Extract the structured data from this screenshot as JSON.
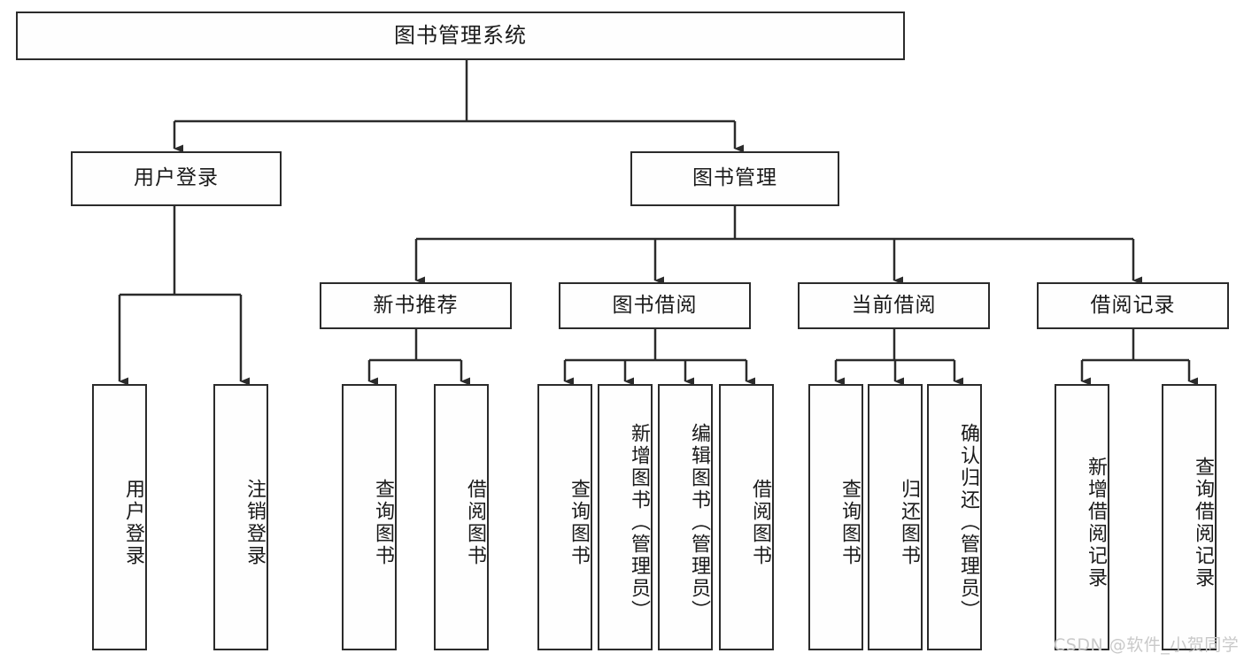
{
  "diagram": {
    "type": "tree-hierarchy-chart",
    "title": "图书管理系统",
    "watermark": "CSDN @软件_小贺同学",
    "colors": {
      "stroke": "#2b2b2b",
      "fill": "#fefefe",
      "text": "#1a1a1a",
      "watermark": "#c9c9c9",
      "background": "#ffffff"
    },
    "root": {
      "label": "图书管理系统"
    },
    "level2": [
      {
        "label": "用户登录"
      },
      {
        "label": "图书管理"
      }
    ],
    "level3": [
      {
        "label": "新书推荐"
      },
      {
        "label": "图书借阅"
      },
      {
        "label": "当前借阅"
      },
      {
        "label": "借阅记录"
      }
    ],
    "leaves": {
      "user_login": [
        {
          "label": "用户登录"
        },
        {
          "label": "注销登录"
        }
      ],
      "new_book_recommend": [
        {
          "label": "查询图书"
        },
        {
          "label": "借阅图书"
        }
      ],
      "book_borrow": [
        {
          "label": "查询图书"
        },
        {
          "label": "新增图书（管理员）"
        },
        {
          "label": "编辑图书（管理员）"
        },
        {
          "label": "借阅图书"
        }
      ],
      "current_borrow": [
        {
          "label": "查询图书"
        },
        {
          "label": "归还图书"
        },
        {
          "label": "确认归还（管理员）"
        }
      ],
      "borrow_record": [
        {
          "label": "新增借阅记录"
        },
        {
          "label": "查询借阅记录"
        }
      ]
    }
  }
}
